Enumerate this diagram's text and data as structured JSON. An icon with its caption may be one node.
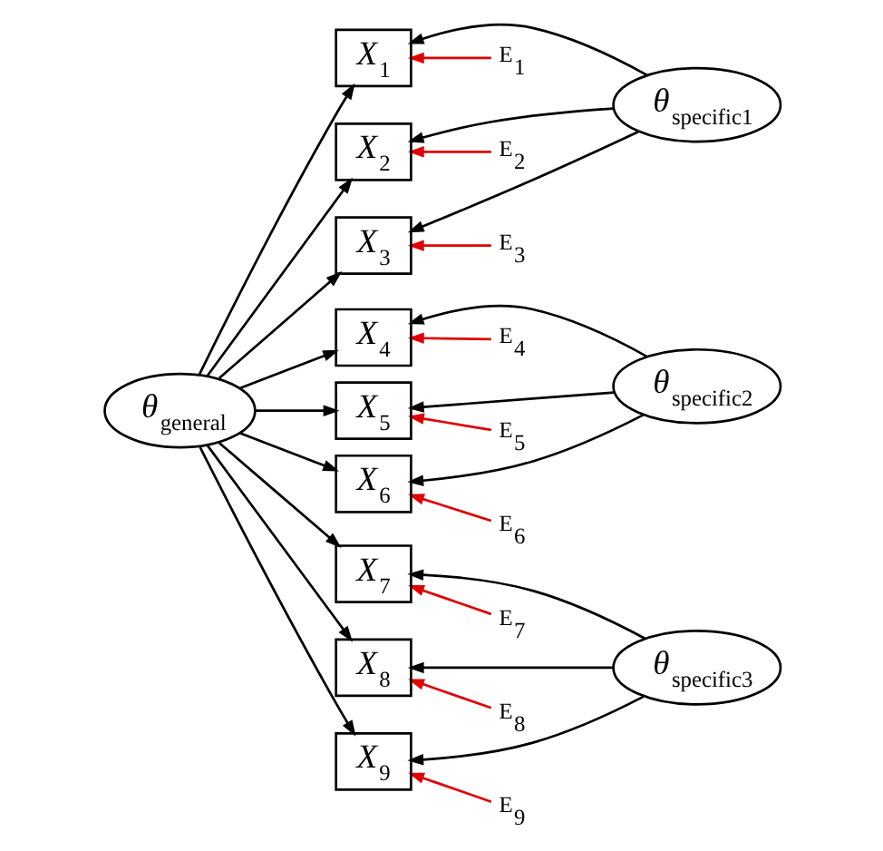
{
  "diagram": {
    "nodes": [
      {
        "text": [
          "*θ*$_{general}$"
        ]
      },
      {
        "text": [
          "*X*$_{1}$"
        ]
      },
      {
        "text": [
          "*X*$_{2}$"
        ]
      },
      {
        "text": [
          "*X*$_{3}$"
        ]
      },
      {
        "text": [
          "*X*$_{4}$"
        ]
      },
      {
        "text": [
          "*X*$_{5}$"
        ]
      },
      {
        "text": [
          "*X*$_{6}$"
        ]
      },
      {
        "text": [
          "*X*$_{7}$"
        ]
      },
      {
        "text": [
          "*X*$_{8}$"
        ]
      },
      {
        "text": [
          "*X*$_{9}$"
        ]
      },
      {
        "text": [
          "*θ*$_{specific1}$"
        ]
      },
      {
        "text": [
          "*θ*$_{specific2}$"
        ]
      },
      {
        "text": [
          "*θ*$_{specific3}$"
        ]
      },
      {
        "text": [
          "E$_{1}$"
        ]
      },
      {
        "text": [
          "E$_{2}$"
        ]
      },
      {
        "text": [
          "E$_{3}$"
        ]
      },
      {
        "text": [
          "E$_{4}$"
        ]
      },
      {
        "text": [
          "E$_{5}$"
        ]
      },
      {
        "text": [
          "E$_{6}$"
        ]
      },
      {
        "text": [
          "E$_{7}$"
        ]
      },
      {
        "text": [
          "E$_{8}$"
        ]
      },
      {
        "text": [
          "E$_{9}$"
        ]
      }
    ],
    "edges": [
      {
        "from": 0,
        "to": 1,
        "arrow": "to"
      },
      {
        "from": 0,
        "to": 2,
        "arrow": "to"
      },
      {
        "from": 0,
        "to": 3,
        "arrow": "to"
      },
      {
        "from": 0,
        "to": 4,
        "arrow": "to"
      },
      {
        "from": 0,
        "to": 5,
        "arrow": "to"
      },
      {
        "from": 0,
        "to": 6,
        "arrow": "to"
      },
      {
        "from": 0,
        "to": 7,
        "arrow": "to"
      },
      {
        "from": 0,
        "to": 8,
        "arrow": "to"
      },
      {
        "from": 0,
        "to": 9,
        "arrow": "to"
      },
      {
        "from": 10,
        "to": 1,
        "arrow": "to"
      },
      {
        "from": 10,
        "to": 2,
        "arrow": "to"
      },
      {
        "from": 10,
        "to": 3,
        "arrow": "to"
      },
      {
        "from": 11,
        "to": 4,
        "arrow": "to"
      },
      {
        "from": 11,
        "to": 5,
        "arrow": "to"
      },
      {
        "from": 11,
        "to": 6,
        "arrow": "to"
      },
      {
        "from": 12,
        "to": 7,
        "arrow": "to"
      },
      {
        "from": 12,
        "to": 8,
        "arrow": "to"
      },
      {
        "from": 12,
        "to": 9,
        "arrow": "to"
      },
      {
        "from": 13,
        "to": 1,
        "arrow": "to",
        "color": "#e00000"
      },
      {
        "from": 14,
        "to": 2,
        "arrow": "to",
        "color": "#e00000"
      },
      {
        "from": 15,
        "to": 3,
        "arrow": "to",
        "color": "#e00000"
      },
      {
        "from": 16,
        "to": 4,
        "arrow": "to",
        "color": "#e00000"
      },
      {
        "from": 17,
        "to": 5,
        "arrow": "to",
        "color": "#e00000"
      },
      {
        "from": 18,
        "to": 6,
        "arrow": "to",
        "color": "#e00000"
      },
      {
        "from": 19,
        "to": 7,
        "arrow": "to",
        "color": "#e00000"
      },
      {
        "from": 20,
        "to": 8,
        "arrow": "to",
        "color": "#e00000"
      },
      {
        "from": 21,
        "to": 9,
        "arrow": "to",
        "color": "#e00000"
      }
    ]
  }
}
